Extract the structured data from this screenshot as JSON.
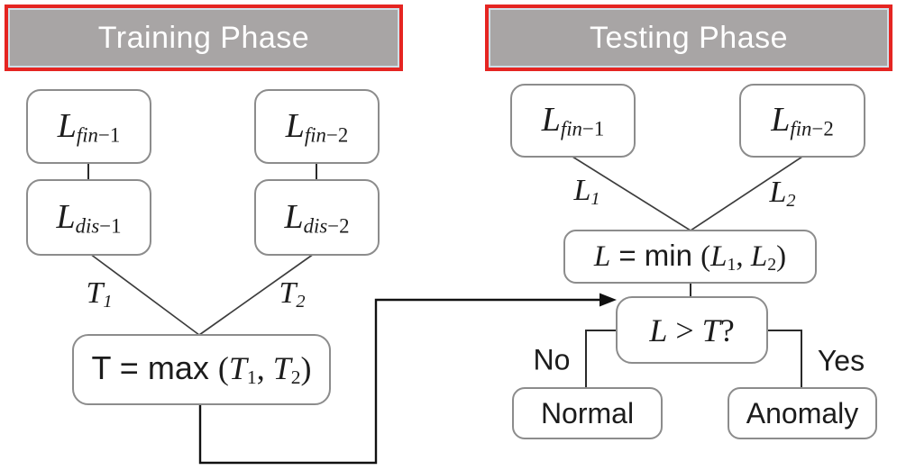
{
  "training": {
    "header": "Training Phase",
    "lfin1": {
      "base": "L",
      "sub_i": "fin",
      "sub_r": "−1"
    },
    "lfin2": {
      "base": "L",
      "sub_i": "fin",
      "sub_r": "−2"
    },
    "ldis1": {
      "base": "L",
      "sub_i": "dis",
      "sub_r": "−1"
    },
    "ldis2": {
      "base": "L",
      "sub_i": "dis",
      "sub_r": "−2"
    },
    "t1": {
      "base": "T",
      "sub_r": "1"
    },
    "t2": {
      "base": "T",
      "sub_r": "2"
    },
    "tmax": {
      "lead": "T = max ",
      "open": "(",
      "a": "T",
      "a_sub": "1",
      "sep": ", ",
      "b": "T",
      "b_sub": "2",
      "close": ")"
    }
  },
  "testing": {
    "header": "Testing Phase",
    "lfin1": {
      "base": "L",
      "sub_i": "fin",
      "sub_r": "−1"
    },
    "lfin2": {
      "base": "L",
      "sub_i": "fin",
      "sub_r": "−2"
    },
    "l1": {
      "base": "L",
      "sub_r": "1"
    },
    "l2": {
      "base": "L",
      "sub_r": "2"
    },
    "lmin": {
      "var": "L",
      "lead": " = min ",
      "open": "(",
      "a": "L",
      "a_sub": "1",
      "sep": ", ",
      "b": "L",
      "b_sub": "2",
      "close": ")"
    },
    "decision": {
      "a": "L",
      "op": " > ",
      "b": "T",
      "q": "?"
    },
    "branch_no": "No",
    "branch_yes": "Yes",
    "normal": "Normal",
    "anomaly": "Anomaly"
  },
  "colors": {
    "header_fill": "#a8a5a5",
    "header_border": "#e52522",
    "header_text": "#ffffff",
    "box_border": "#8c8c8c",
    "line": "#3d3d3d",
    "arrow": "#111111",
    "text": "#1c1c1c"
  }
}
